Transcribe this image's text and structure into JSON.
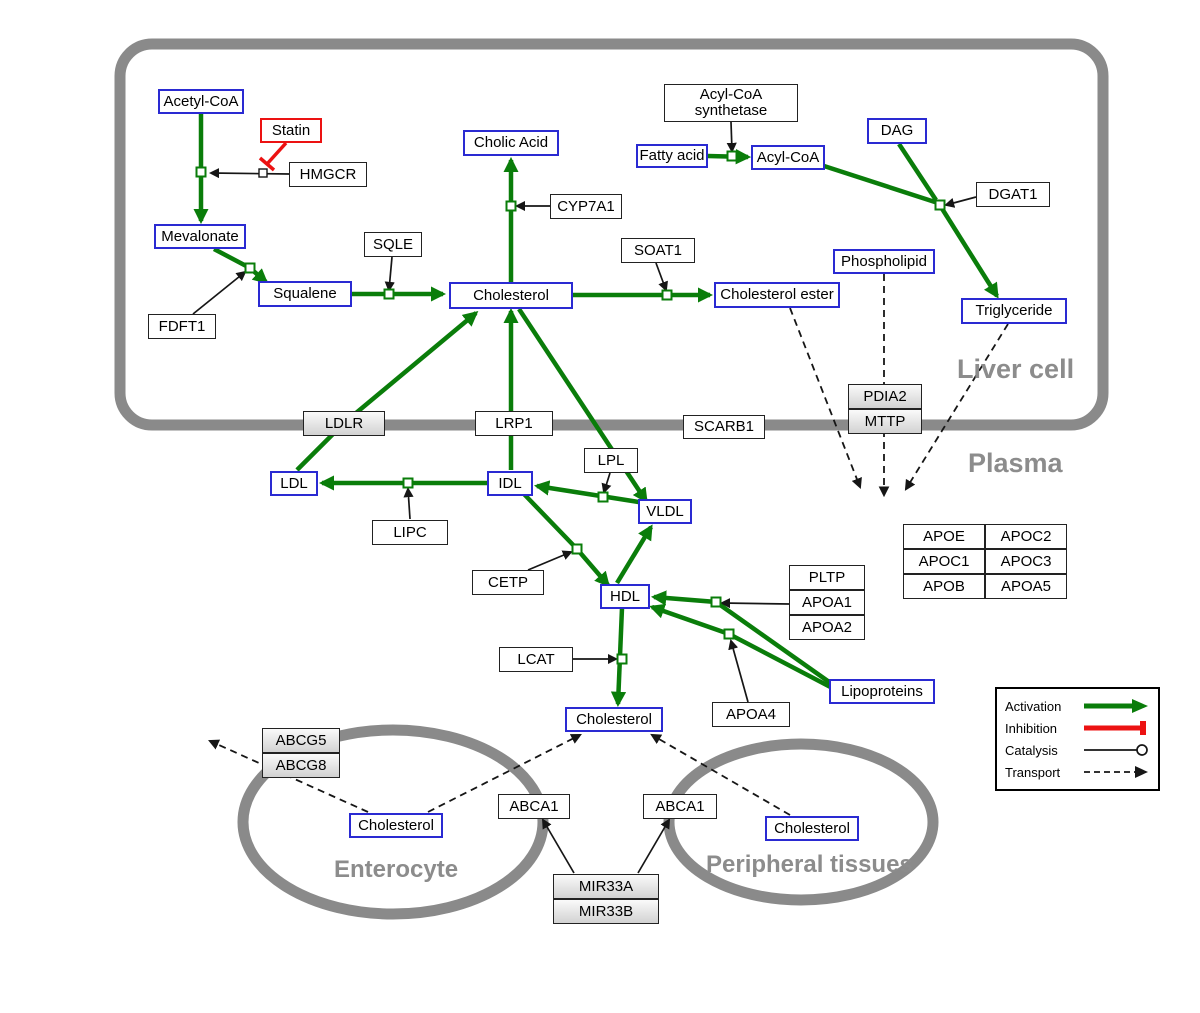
{
  "diagram": {
    "regions": {
      "liver": "Liver cell",
      "plasma": "Plasma",
      "enterocyte": "Enterocyte",
      "peripheral": "Peripheral tissues"
    },
    "nodes": {
      "acetyl_coa": "Acetyl-CoA",
      "statin": "Statin",
      "hmgcr": "HMGCR",
      "mevalonate": "Mevalonate",
      "fdft1": "FDFT1",
      "squalene": "Squalene",
      "sqle": "SQLE",
      "cholesterol_liver": "Cholesterol",
      "cholic_acid": "Cholic Acid",
      "cyp7a1": "CYP7A1",
      "soat1": "SOAT1",
      "cholesterol_ester": "Cholesterol ester",
      "acyl_coa_synthetase": "Acyl-CoA synthetase",
      "fatty_acid": "Fatty acid",
      "acyl_coa": "Acyl-CoA",
      "dag": "DAG",
      "dgat1": "DGAT1",
      "phospholipid": "Phospholipid",
      "triglyceride": "Triglyceride",
      "ldlr": "LDLR",
      "lrp1": "LRP1",
      "scarb1": "SCARB1",
      "pdia2": "PDIA2",
      "mttp": "MTTP",
      "ldl": "LDL",
      "idl": "IDL",
      "lipc": "LIPC",
      "lpl": "LPL",
      "vldl": "VLDL",
      "cetp": "CETP",
      "hdl": "HDL",
      "pltp": "PLTP",
      "apoa1": "APOA1",
      "apoa2": "APOA2",
      "lcat": "LCAT",
      "apoa4": "APOA4",
      "lipoproteins": "Lipoproteins",
      "cholesterol_plasma": "Cholesterol",
      "abcg5": "ABCG5",
      "abcg8": "ABCG8",
      "cholesterol_enterocyte": "Cholesterol",
      "abca1_left": "ABCA1",
      "abca1_right": "ABCA1",
      "cholesterol_peripheral": "Cholesterol",
      "mir33a": "MIR33A",
      "mir33b": "MIR33B"
    },
    "apo_table": [
      [
        "APOE",
        "APOC2"
      ],
      [
        "APOC1",
        "APOC3"
      ],
      [
        "APOB",
        "APOA5"
      ]
    ],
    "legend": {
      "activation": "Activation",
      "inhibition": "Inhibition",
      "catalysis": "Catalysis",
      "transport": "Transport"
    },
    "colors": {
      "activation": "#0a7d0a",
      "inhibition": "#ec1212",
      "membrane": "#8a8a8a",
      "entity_border": "#2a2ad2"
    }
  }
}
